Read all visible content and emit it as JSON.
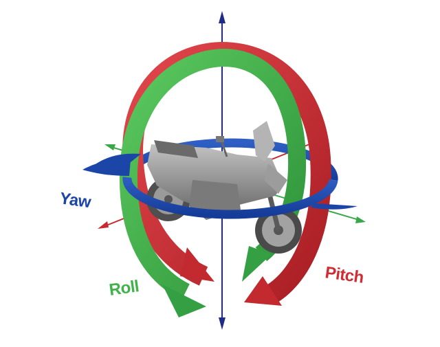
{
  "labels": {
    "yaw": "Yaw",
    "roll": "Roll",
    "pitch": "Pitch"
  },
  "colors": {
    "yaw": "#1c45a8",
    "roll": "#3fb34a",
    "pitch": "#cf2c33",
    "axis_vertical": "#1c2d86",
    "axis_roll": "#3aa84a",
    "axis_pitch": "#c8282e",
    "motorcycle": "#8a8a8a"
  },
  "icons": {
    "subject": "motorcycle-icon"
  }
}
